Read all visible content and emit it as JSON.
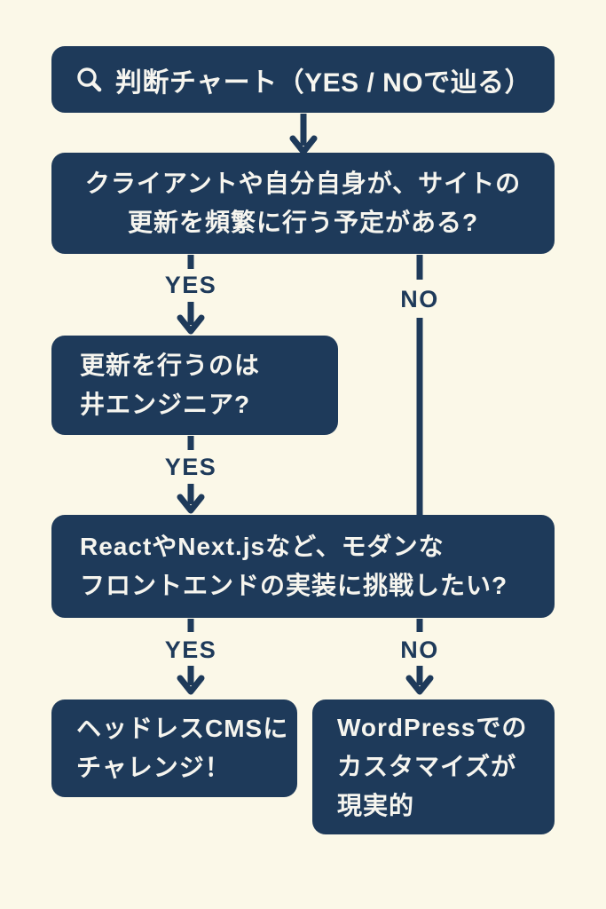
{
  "colors": {
    "background": "#fbf8e8",
    "box": "#1e3a5a",
    "box_text": "#f6f5ef",
    "line": "#1e3a5a"
  },
  "title": {
    "icon": "search-icon",
    "label": "判断チャート（YES / NOで辿る）"
  },
  "nodes": {
    "q1": {
      "lines": [
        "クライアントや自分自身が、サイトの",
        "更新を頻繁に行う予定がある?"
      ]
    },
    "q2": {
      "lines": [
        "更新を行うのは",
        "井エンジニア?"
      ]
    },
    "q3": {
      "lines": [
        "ReactやNext.jsなど、モダンな",
        "フロントエンドの実装に挑戦したい?"
      ]
    },
    "result_yes": {
      "lines": [
        "ヘッドレスCMSに",
        "チャレンジ！"
      ]
    },
    "result_no": {
      "lines": [
        "WordPressでの",
        "カスタマイズが",
        "現実的"
      ]
    }
  },
  "branch_labels": {
    "q1_yes": "YES",
    "q1_no": "NO",
    "q2_yes": "YES",
    "q3_yes": "YES",
    "q3_no": "NO"
  }
}
